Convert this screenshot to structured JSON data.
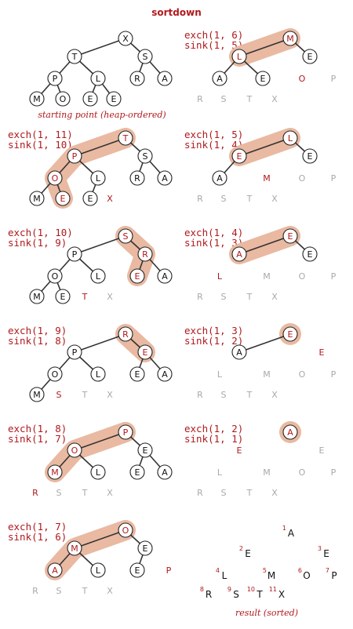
{
  "title": "sortdown",
  "colors": {
    "red": "#b0191c",
    "gray": "#a9a9a9",
    "black": "#222222",
    "highlight": "#e9b9a2",
    "node_fill": "#ffffff"
  },
  "panels": [
    {
      "ops": [],
      "caption": "starting point (heap-ordered)",
      "nodes": [
        {
          "key": 1,
          "label": "X"
        },
        {
          "key": 2,
          "label": "T"
        },
        {
          "key": 3,
          "label": "S"
        },
        {
          "key": 4,
          "label": "P"
        },
        {
          "key": 5,
          "label": "L"
        },
        {
          "key": 6,
          "label": "R"
        },
        {
          "key": 7,
          "label": "A"
        },
        {
          "key": 8,
          "label": "M"
        },
        {
          "key": 9,
          "label": "O"
        },
        {
          "key": 10,
          "label": "E"
        },
        {
          "key": 11,
          "label": "E"
        }
      ],
      "loose": [],
      "highlight_path": []
    },
    {
      "ops": [
        "exch(1, 11)",
        "sink(1, 10)"
      ],
      "nodes": [
        {
          "key": 1,
          "label": "T"
        },
        {
          "key": 2,
          "label": "P"
        },
        {
          "key": 3,
          "label": "S"
        },
        {
          "key": 4,
          "label": "O"
        },
        {
          "key": 5,
          "label": "L"
        },
        {
          "key": 6,
          "label": "R"
        },
        {
          "key": 7,
          "label": "A"
        },
        {
          "key": 8,
          "label": "M"
        },
        {
          "key": 9,
          "label": "E"
        },
        {
          "key": 10,
          "label": "E"
        }
      ],
      "loose": [
        {
          "key": 11,
          "label": "X",
          "style": "red"
        }
      ],
      "highlight_path": [
        1,
        2,
        4,
        9
      ]
    },
    {
      "ops": [
        "exch(1, 10)",
        "sink(1, 9)"
      ],
      "nodes": [
        {
          "key": 1,
          "label": "S"
        },
        {
          "key": 2,
          "label": "P"
        },
        {
          "key": 3,
          "label": "R"
        },
        {
          "key": 4,
          "label": "O"
        },
        {
          "key": 5,
          "label": "L"
        },
        {
          "key": 6,
          "label": "E"
        },
        {
          "key": 7,
          "label": "A"
        },
        {
          "key": 8,
          "label": "M"
        },
        {
          "key": 9,
          "label": "E"
        }
      ],
      "loose": [
        {
          "key": 10,
          "label": "T",
          "style": "red"
        },
        {
          "key": 11,
          "label": "X",
          "style": "gray"
        }
      ],
      "highlight_path": [
        1,
        3,
        6
      ]
    },
    {
      "ops": [
        "exch(1, 9)",
        "sink(1, 8)"
      ],
      "nodes": [
        {
          "key": 1,
          "label": "R"
        },
        {
          "key": 2,
          "label": "P"
        },
        {
          "key": 3,
          "label": "E"
        },
        {
          "key": 4,
          "label": "O"
        },
        {
          "key": 5,
          "label": "L"
        },
        {
          "key": 6,
          "label": "E"
        },
        {
          "key": 7,
          "label": "A"
        },
        {
          "key": 8,
          "label": "M"
        }
      ],
      "loose": [
        {
          "key": 9,
          "label": "S",
          "style": "red"
        },
        {
          "key": 10,
          "label": "T",
          "style": "gray"
        },
        {
          "key": 11,
          "label": "X",
          "style": "gray"
        }
      ],
      "highlight_path": [
        1,
        3
      ]
    },
    {
      "ops": [
        "exch(1, 8)",
        "sink(1, 7)"
      ],
      "nodes": [
        {
          "key": 1,
          "label": "P"
        },
        {
          "key": 2,
          "label": "O"
        },
        {
          "key": 3,
          "label": "E"
        },
        {
          "key": 4,
          "label": "M"
        },
        {
          "key": 5,
          "label": "L"
        },
        {
          "key": 6,
          "label": "E"
        },
        {
          "key": 7,
          "label": "A"
        }
      ],
      "loose": [
        {
          "key": 8,
          "label": "R",
          "style": "red"
        },
        {
          "key": 9,
          "label": "S",
          "style": "gray"
        },
        {
          "key": 10,
          "label": "T",
          "style": "gray"
        },
        {
          "key": 11,
          "label": "X",
          "style": "gray"
        }
      ],
      "highlight_path": [
        1,
        2,
        4
      ]
    },
    {
      "ops": [
        "exch(1, 7)",
        "sink(1, 6)"
      ],
      "nodes": [
        {
          "key": 1,
          "label": "O"
        },
        {
          "key": 2,
          "label": "M"
        },
        {
          "key": 3,
          "label": "E"
        },
        {
          "key": 4,
          "label": "A"
        },
        {
          "key": 5,
          "label": "L"
        },
        {
          "key": 6,
          "label": "E"
        }
      ],
      "loose": [
        {
          "key": 7,
          "label": "P",
          "style": "red"
        },
        {
          "key": 8,
          "label": "R",
          "style": "gray"
        },
        {
          "key": 9,
          "label": "S",
          "style": "gray"
        },
        {
          "key": 10,
          "label": "T",
          "style": "gray"
        },
        {
          "key": 11,
          "label": "X",
          "style": "gray"
        }
      ],
      "highlight_path": [
        1,
        2,
        4
      ]
    },
    {
      "ops": [
        "exch(1, 6)",
        "sink(1, 5)"
      ],
      "nodes": [
        {
          "key": 1,
          "label": "M"
        },
        {
          "key": 2,
          "label": "L"
        },
        {
          "key": 3,
          "label": "E"
        },
        {
          "key": 4,
          "label": "A"
        },
        {
          "key": 5,
          "label": "E"
        }
      ],
      "loose": [
        {
          "key": 6,
          "label": "O",
          "style": "red"
        },
        {
          "key": 7,
          "label": "P",
          "style": "gray"
        },
        {
          "key": 8,
          "label": "R",
          "style": "gray"
        },
        {
          "key": 9,
          "label": "S",
          "style": "gray"
        },
        {
          "key": 10,
          "label": "T",
          "style": "gray"
        },
        {
          "key": 11,
          "label": "X",
          "style": "gray"
        }
      ],
      "highlight_path": [
        1,
        2
      ]
    },
    {
      "ops": [
        "exch(1, 5)",
        "sink(1, 4)"
      ],
      "nodes": [
        {
          "key": 1,
          "label": "L"
        },
        {
          "key": 2,
          "label": "E"
        },
        {
          "key": 3,
          "label": "E"
        },
        {
          "key": 4,
          "label": "A"
        }
      ],
      "loose": [
        {
          "key": 5,
          "label": "M",
          "style": "red"
        },
        {
          "key": 6,
          "label": "O",
          "style": "gray"
        },
        {
          "key": 7,
          "label": "P",
          "style": "gray"
        },
        {
          "key": 8,
          "label": "R",
          "style": "gray"
        },
        {
          "key": 9,
          "label": "S",
          "style": "gray"
        },
        {
          "key": 10,
          "label": "T",
          "style": "gray"
        },
        {
          "key": 11,
          "label": "X",
          "style": "gray"
        }
      ],
      "highlight_path": [
        1,
        2
      ]
    },
    {
      "ops": [
        "exch(1, 4)",
        "sink(1, 3)"
      ],
      "nodes": [
        {
          "key": 1,
          "label": "E"
        },
        {
          "key": 2,
          "label": "A"
        },
        {
          "key": 3,
          "label": "E"
        }
      ],
      "loose": [
        {
          "key": 4,
          "label": "L",
          "style": "red"
        },
        {
          "key": 5,
          "label": "M",
          "style": "gray"
        },
        {
          "key": 6,
          "label": "O",
          "style": "gray"
        },
        {
          "key": 7,
          "label": "P",
          "style": "gray"
        },
        {
          "key": 8,
          "label": "R",
          "style": "gray"
        },
        {
          "key": 9,
          "label": "S",
          "style": "gray"
        },
        {
          "key": 10,
          "label": "T",
          "style": "gray"
        },
        {
          "key": 11,
          "label": "X",
          "style": "gray"
        }
      ],
      "highlight_path": [
        1,
        2
      ]
    },
    {
      "ops": [
        "exch(1, 3)",
        "sink(1, 2)"
      ],
      "nodes": [
        {
          "key": 1,
          "label": "E"
        },
        {
          "key": 2,
          "label": "A"
        }
      ],
      "loose": [
        {
          "key": 3,
          "label": "E",
          "style": "red"
        },
        {
          "key": 4,
          "label": "L",
          "style": "gray"
        },
        {
          "key": 5,
          "label": "M",
          "style": "gray"
        },
        {
          "key": 6,
          "label": "O",
          "style": "gray"
        },
        {
          "key": 7,
          "label": "P",
          "style": "gray"
        },
        {
          "key": 8,
          "label": "R",
          "style": "gray"
        },
        {
          "key": 9,
          "label": "S",
          "style": "gray"
        },
        {
          "key": 10,
          "label": "T",
          "style": "gray"
        },
        {
          "key": 11,
          "label": "X",
          "style": "gray"
        }
      ],
      "highlight_path": [
        1
      ]
    },
    {
      "ops": [
        "exch(1, 2)",
        "sink(1, 1)"
      ],
      "nodes": [
        {
          "key": 1,
          "label": "A"
        }
      ],
      "loose": [
        {
          "key": 2,
          "label": "E",
          "style": "red"
        },
        {
          "key": 3,
          "label": "E",
          "style": "gray"
        },
        {
          "key": 4,
          "label": "L",
          "style": "gray"
        },
        {
          "key": 5,
          "label": "M",
          "style": "gray"
        },
        {
          "key": 6,
          "label": "O",
          "style": "gray"
        },
        {
          "key": 7,
          "label": "P",
          "style": "gray"
        },
        {
          "key": 8,
          "label": "R",
          "style": "gray"
        },
        {
          "key": 9,
          "label": "S",
          "style": "gray"
        },
        {
          "key": 10,
          "label": "T",
          "style": "gray"
        },
        {
          "key": 11,
          "label": "X",
          "style": "gray"
        }
      ],
      "highlight_path": [
        1
      ]
    },
    {
      "ops": [],
      "caption": "result (sorted)",
      "final": true,
      "nodes": [],
      "loose": [
        {
          "key": 1,
          "label": "A",
          "index": "1"
        },
        {
          "key": 2,
          "label": "E",
          "index": "2"
        },
        {
          "key": 3,
          "label": "E",
          "index": "3"
        },
        {
          "key": 4,
          "label": "L",
          "index": "4"
        },
        {
          "key": 5,
          "label": "M",
          "index": "5"
        },
        {
          "key": 6,
          "label": "O",
          "index": "6"
        },
        {
          "key": 7,
          "label": "P",
          "index": "7"
        },
        {
          "key": 8,
          "label": "R",
          "index": "8"
        },
        {
          "key": 9,
          "label": "S",
          "index": "9"
        },
        {
          "key": 10,
          "label": "T",
          "index": "10"
        },
        {
          "key": 11,
          "label": "X",
          "index": "11"
        }
      ],
      "highlight_path": []
    }
  ]
}
